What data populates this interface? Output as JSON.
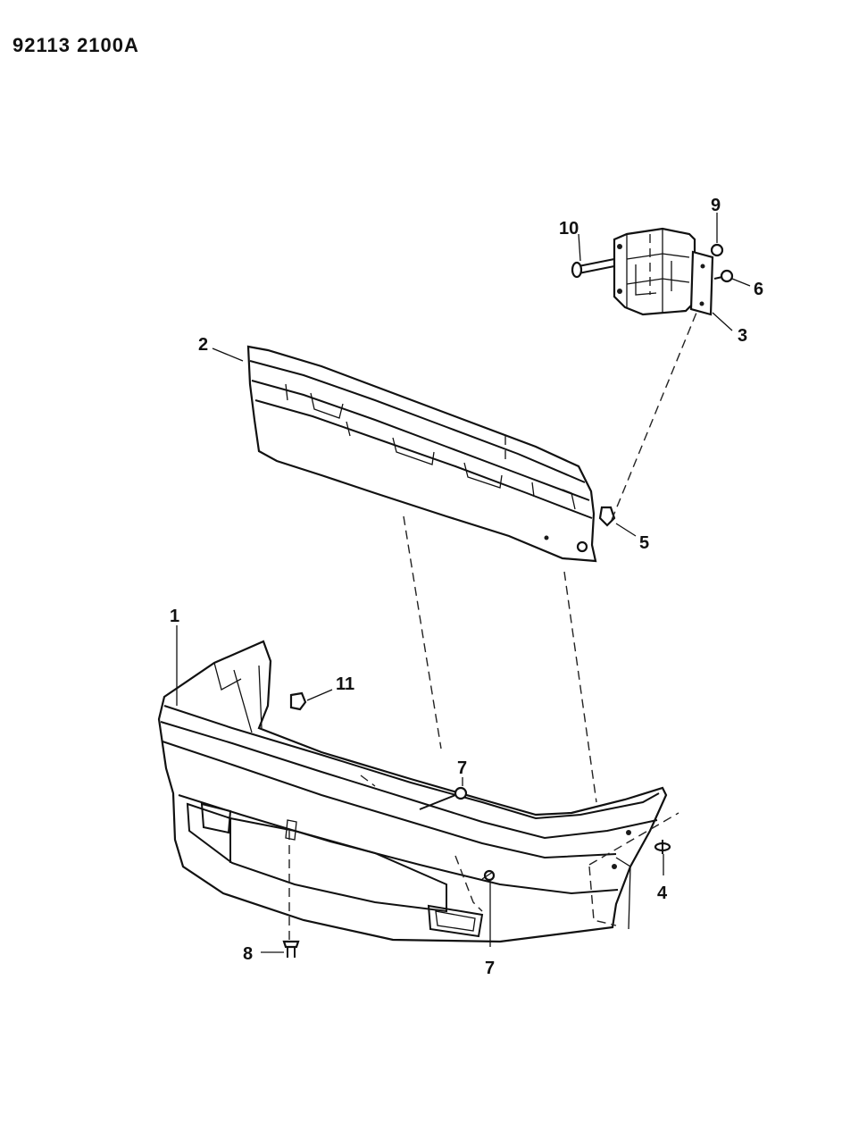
{
  "diagram_code": "92113 2100A",
  "callouts": [
    {
      "id": "c1",
      "label": "1"
    },
    {
      "id": "c2",
      "label": "2"
    },
    {
      "id": "c3",
      "label": "3"
    },
    {
      "id": "c4",
      "label": "4"
    },
    {
      "id": "c5",
      "label": "5"
    },
    {
      "id": "c6",
      "label": "6"
    },
    {
      "id": "c7a",
      "label": "7"
    },
    {
      "id": "c7b",
      "label": "7"
    },
    {
      "id": "c8",
      "label": "8"
    },
    {
      "id": "c9",
      "label": "9"
    },
    {
      "id": "c10",
      "label": "10"
    },
    {
      "id": "c11",
      "label": "11"
    }
  ]
}
